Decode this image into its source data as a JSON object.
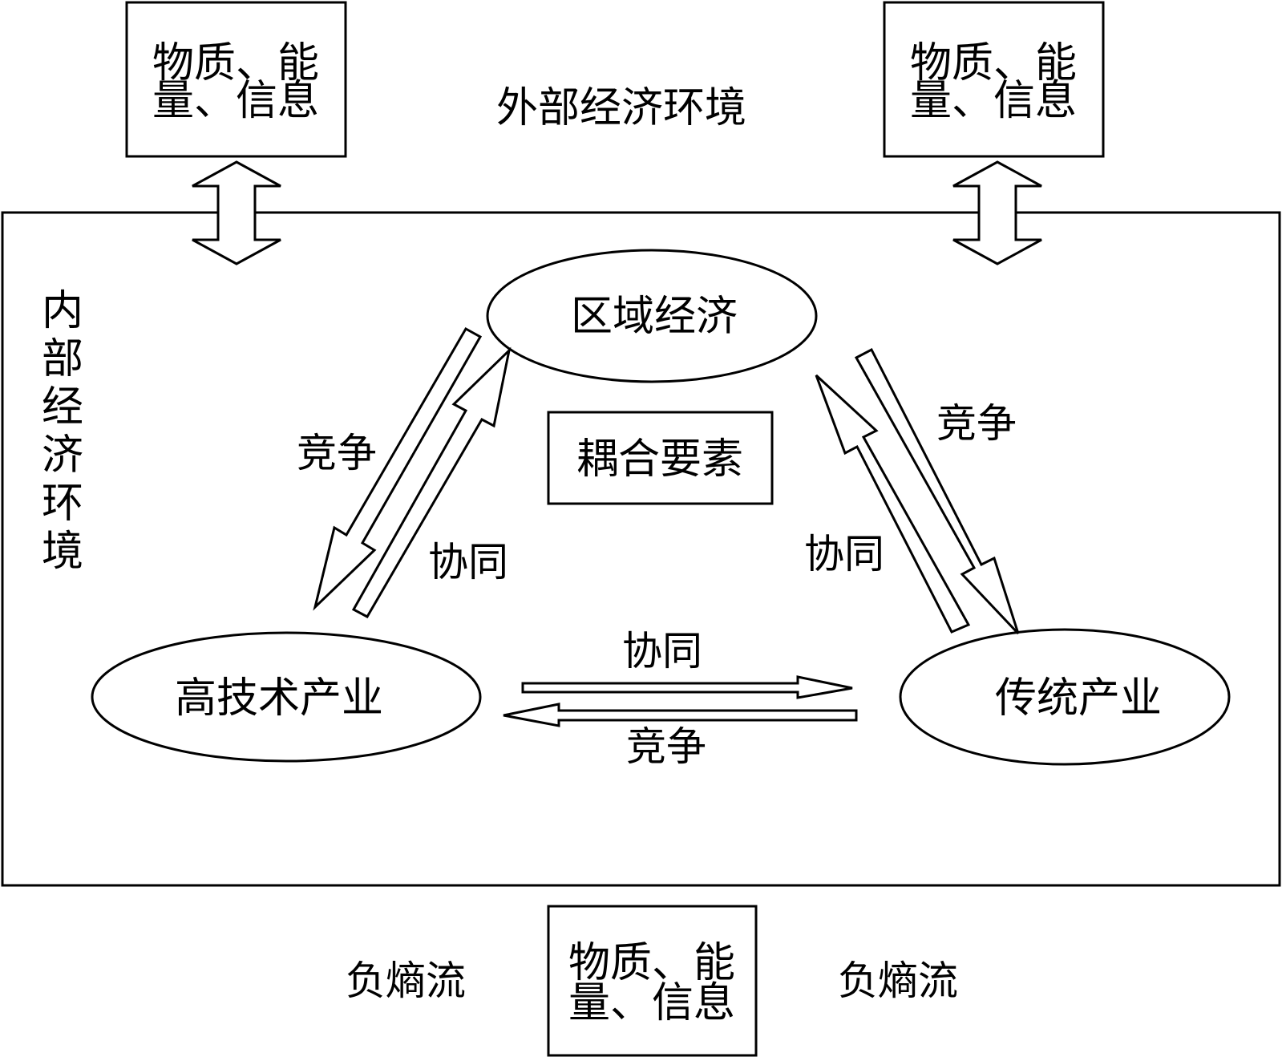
{
  "resource_box": {
    "line1": "物质、能",
    "line2": "量、信息"
  },
  "external_env": "外部经济环境",
  "internal_env": [
    "内",
    "部",
    "经",
    "济",
    "环",
    "境"
  ],
  "nodes": {
    "regional": "区域经济",
    "hightech": "高技术产业",
    "traditional": "传统产业"
  },
  "coupling": "耦合要素",
  "relations": {
    "competition": "竞争",
    "synergy": "协同"
  },
  "negative_entropy": "负熵流"
}
